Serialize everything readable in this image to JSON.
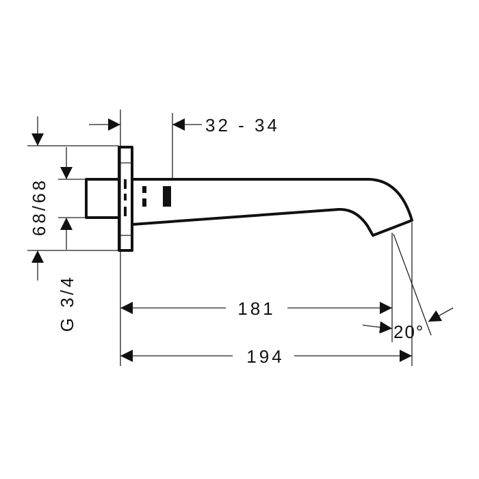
{
  "drawing": {
    "title": "Spout dimension drawing",
    "dimensions": {
      "offset": "32 - 34",
      "length_inner": "181",
      "length_total": "194",
      "angle": "20°",
      "flange": "68/68",
      "thread": "G 3/4"
    }
  }
}
